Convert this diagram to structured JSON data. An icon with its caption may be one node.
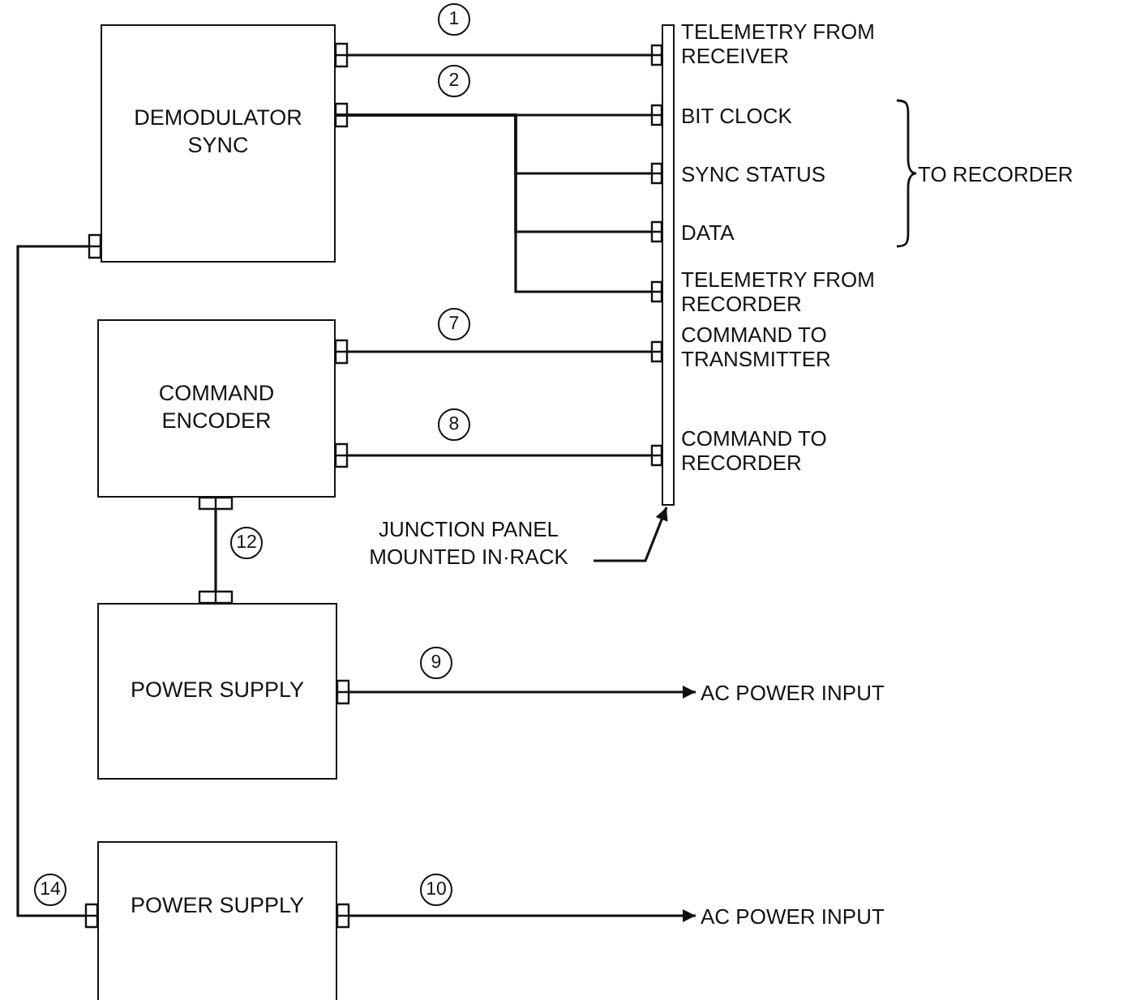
{
  "diagram": {
    "nodes": [
      {
        "text": [
          "DEMODULATOR SYNC"
        ]
      },
      {
        "text": [
          "COMMAND ENCODER"
        ]
      },
      {
        "text": [
          "POWER SUPPLY"
        ]
      },
      {
        "text": [
          "POWER SUPPLY"
        ]
      },
      {
        "text": [],
        "shape": "bar"
      },
      {
        "text": [
          "AC POWER INPUT"
        ]
      },
      {
        "text": [
          "AC POWER INPUT"
        ]
      },
      {
        "text": [
          "JUNCTION PANEL MOUNTED IN·RACK"
        ]
      }
    ],
    "edges": [
      {
        "from": 0,
        "to": 4,
        "arrow": "other",
        "label": "1"
      },
      {
        "from": 0,
        "to": 4,
        "arrow": "other",
        "label": "2"
      },
      {
        "from": 0,
        "to": 4,
        "arrow": "other"
      },
      {
        "from": 0,
        "to": 4,
        "arrow": "other"
      },
      {
        "from": 0,
        "to": 4,
        "arrow": "other"
      },
      {
        "from": 1,
        "to": 4,
        "arrow": "other",
        "label": "7"
      },
      {
        "from": 1,
        "to": 4,
        "arrow": "other",
        "label": "8"
      },
      {
        "from": 1,
        "to": 2,
        "arrow": "other",
        "label": "12"
      },
      {
        "from": 2,
        "to": 5,
        "arrow": "to",
        "label": "9"
      },
      {
        "from": 3,
        "to": 6,
        "arrow": "to",
        "label": "10"
      },
      {
        "from": 0,
        "to": 3,
        "arrow": "other",
        "label": "14"
      },
      {
        "from": 7,
        "to": 4,
        "arrow": "to"
      }
    ],
    "labels": [
      "TELEMETRY FROM RECEIVER",
      "BIT CLOCK",
      "SYNC STATUS",
      "TO RECORDER",
      "DATA",
      "TELEMETRY FROM RECORDER",
      "COMMAND TO TRANSMITTER",
      "COMMAND TO RECORDER"
    ]
  }
}
